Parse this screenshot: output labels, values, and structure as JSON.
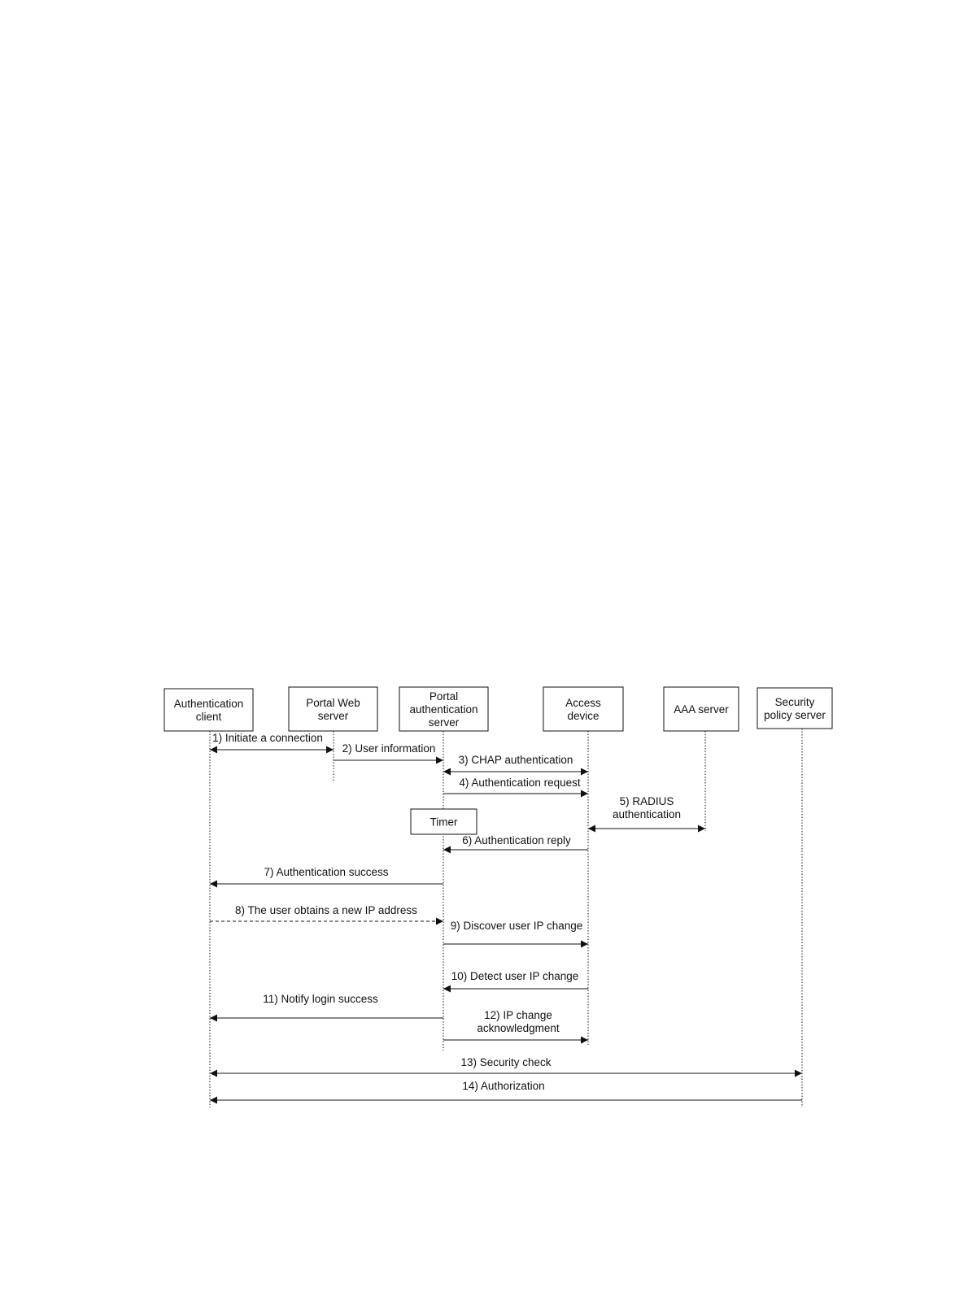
{
  "diagram": {
    "colors": {
      "line": "#111111",
      "box_fill": "#ffffff",
      "background": "#ffffff"
    },
    "participants": [
      {
        "id": "auth-client",
        "lines": [
          "Authentication",
          "client"
        ]
      },
      {
        "id": "portal-web",
        "lines": [
          "Portal Web",
          "server"
        ]
      },
      {
        "id": "portal-auth",
        "lines": [
          "Portal",
          "authentication",
          "server"
        ]
      },
      {
        "id": "access-device",
        "lines": [
          "Access",
          "device"
        ]
      },
      {
        "id": "aaa",
        "lines": [
          "AAA server"
        ]
      },
      {
        "id": "security-policy",
        "lines": [
          "Security",
          "policy server"
        ]
      }
    ],
    "timer": {
      "label": "Timer"
    },
    "messages": [
      {
        "n": 1,
        "lines": [
          "1) Initiate a connection"
        ],
        "from": "auth-client",
        "to": "portal-web",
        "style": "solid",
        "direction": "both"
      },
      {
        "n": 2,
        "lines": [
          "2) User information"
        ],
        "from": "portal-web",
        "to": "portal-auth",
        "style": "solid",
        "direction": "forward"
      },
      {
        "n": 3,
        "lines": [
          "3) CHAP authentication"
        ],
        "from": "portal-auth",
        "to": "access-device",
        "style": "solid",
        "direction": "both"
      },
      {
        "n": 4,
        "lines": [
          "4) Authentication request"
        ],
        "from": "portal-auth",
        "to": "access-device",
        "style": "solid",
        "direction": "forward"
      },
      {
        "n": 5,
        "lines": [
          "5) RADIUS",
          "authentication"
        ],
        "from": "access-device",
        "to": "aaa",
        "style": "solid",
        "direction": "both"
      },
      {
        "n": 6,
        "lines": [
          "6) Authentication reply"
        ],
        "from": "access-device",
        "to": "portal-auth",
        "style": "solid",
        "direction": "forward"
      },
      {
        "n": 7,
        "lines": [
          "7) Authentication success"
        ],
        "from": "portal-auth",
        "to": "auth-client",
        "style": "solid",
        "direction": "forward"
      },
      {
        "n": 8,
        "lines": [
          "8) The user obtains a new IP address"
        ],
        "from": "auth-client",
        "to": "portal-auth",
        "style": "dashed",
        "direction": "forward"
      },
      {
        "n": 9,
        "lines": [
          "9) Discover user IP change"
        ],
        "from": "portal-auth",
        "to": "access-device",
        "style": "solid",
        "direction": "forward"
      },
      {
        "n": 10,
        "lines": [
          "10) Detect user IP change"
        ],
        "from": "access-device",
        "to": "portal-auth",
        "style": "solid",
        "direction": "forward"
      },
      {
        "n": 11,
        "lines": [
          "11) Notify login success"
        ],
        "from": "portal-auth",
        "to": "auth-client",
        "style": "solid",
        "direction": "forward"
      },
      {
        "n": 12,
        "lines": [
          "12) IP change",
          "acknowledgment"
        ],
        "from": "portal-auth",
        "to": "access-device",
        "style": "solid",
        "direction": "forward"
      },
      {
        "n": 13,
        "lines": [
          "13) Security check"
        ],
        "from": "auth-client",
        "to": "security-policy",
        "style": "solid",
        "direction": "both"
      },
      {
        "n": 14,
        "lines": [
          "14) Authorization"
        ],
        "from": "security-policy",
        "to": "auth-client",
        "style": "solid",
        "direction": "forward"
      }
    ]
  }
}
